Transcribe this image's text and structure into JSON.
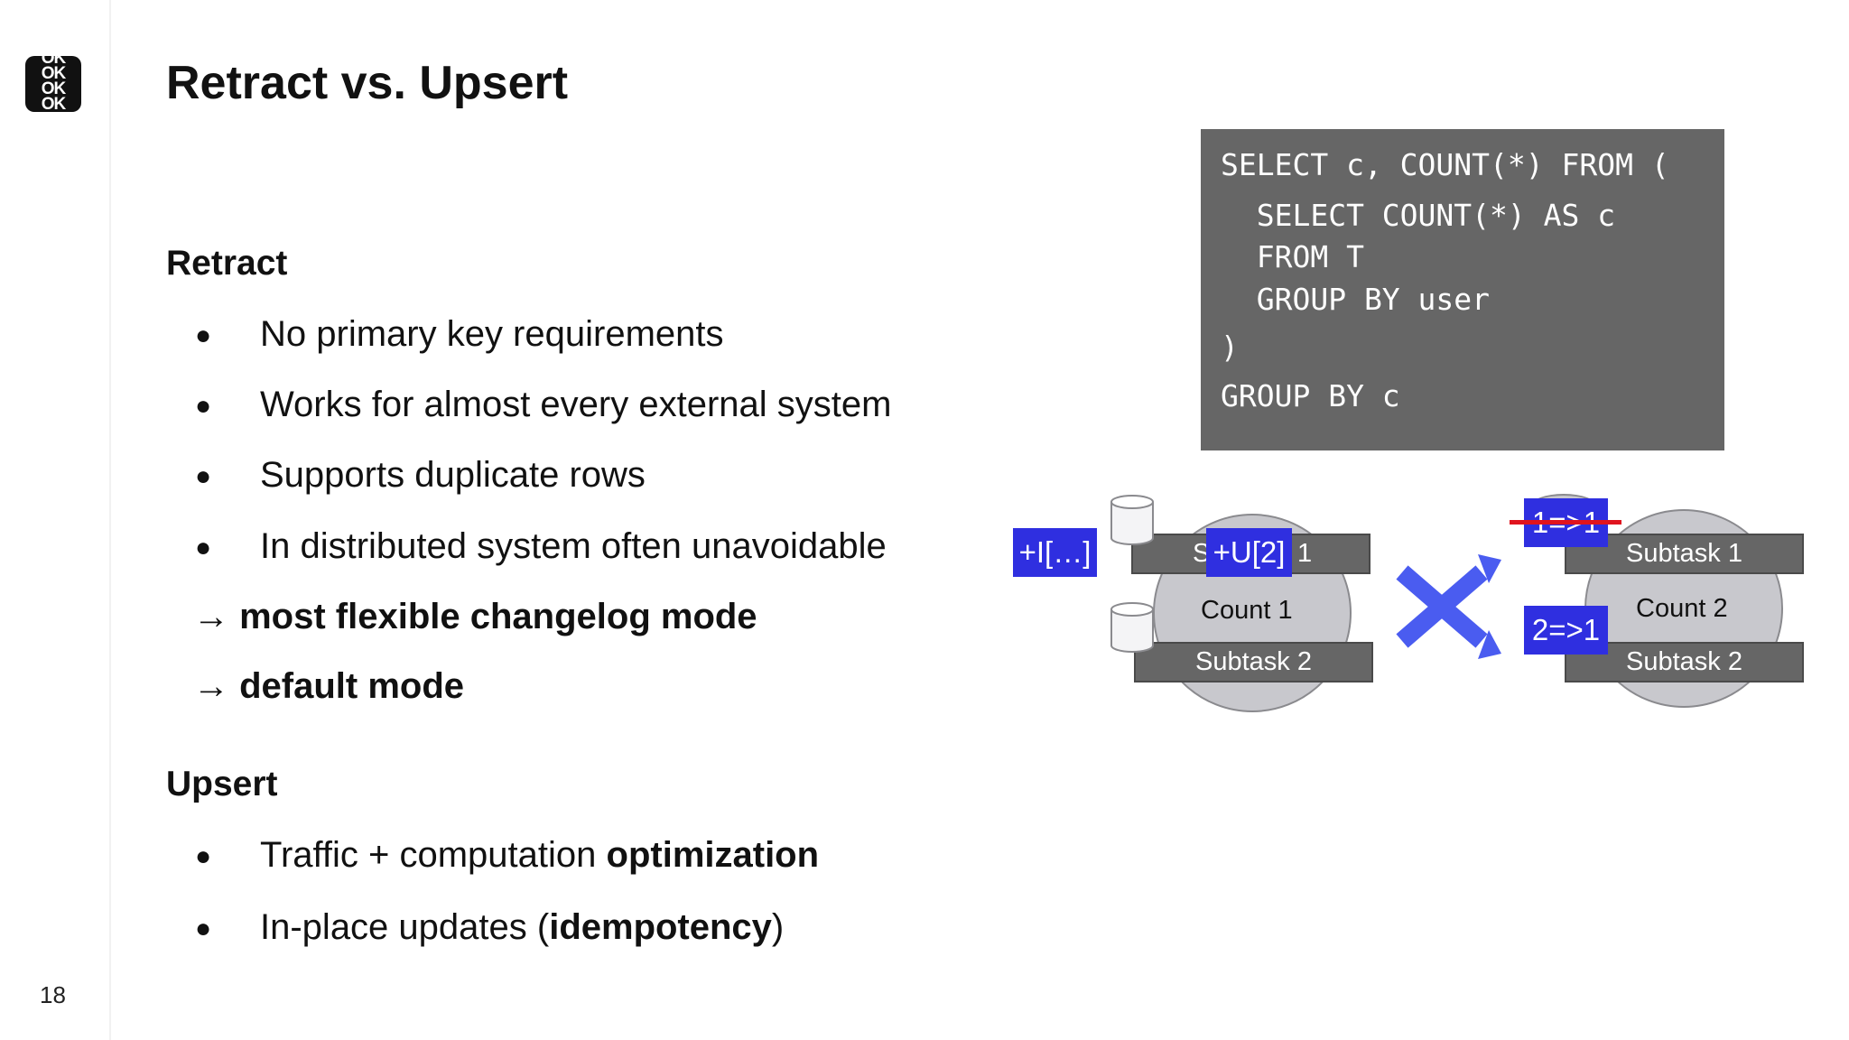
{
  "slide": {
    "title": "Retract vs. Upsert",
    "page_number": "18",
    "logo_lines": [
      "OK",
      "OK",
      "OK",
      "OK"
    ]
  },
  "retract": {
    "heading": "Retract",
    "bullets": [
      "No primary key requirements",
      "Works for almost every external system",
      "Supports duplicate rows",
      "In distributed system often unavoidable"
    ],
    "arrow_points": [
      "→ most flexible changelog mode",
      "→ default mode"
    ]
  },
  "upsert": {
    "heading": "Upsert",
    "bullets": [
      {
        "plain": "Traffic + computation ",
        "bold": "optimization",
        "tail": ""
      },
      {
        "plain": "In-place updates (",
        "bold": "idempotency",
        "tail": ")"
      }
    ]
  },
  "code": {
    "lines": [
      "SELECT c, COUNT(*) FROM (",
      "  SELECT COUNT(*) AS c",
      "  FROM T",
      "  GROUP BY user",
      ")",
      "GROUP BY c"
    ]
  },
  "diagram": {
    "left": {
      "insert_tag": "+I[…]",
      "update_tag": "+U[2]",
      "top_bar_prefix": "S",
      "top_bar_suffix": "1",
      "count_label": "Count 1",
      "bottom_bar": "Subtask 2"
    },
    "right": {
      "struck_tag": "1=>1",
      "new_tag": "2=>1",
      "top_bar": "Subtask 1",
      "count_label": "Count 2",
      "bottom_bar": "Subtask 2"
    },
    "colors": {
      "tag_blue": "#2f2fe0",
      "cross_blue": "#4a5cf0",
      "strike_red": "#e0141e",
      "code_bg": "#666666"
    }
  }
}
